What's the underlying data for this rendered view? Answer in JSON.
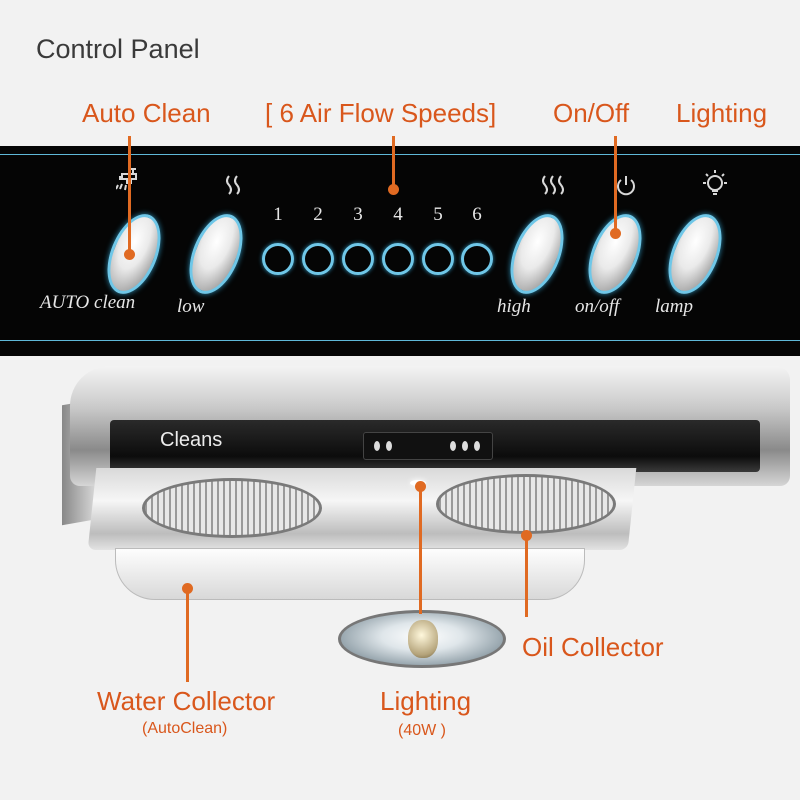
{
  "header": {
    "title": "Control Panel"
  },
  "callouts": {
    "auto_clean": "Auto Clean",
    "air_flow": "[ 6 Air Flow Speeds]",
    "on_off": "On/Off",
    "lighting_top": "Lighting",
    "oil_collector": "Oil Collector",
    "water_collector": "Water Collector",
    "water_collector_sub": "(AutoClean)",
    "lighting_bottom": "Lighting",
    "lighting_bottom_sub": "(40W )"
  },
  "panel": {
    "speeds": [
      "1",
      "2",
      "3",
      "4",
      "5",
      "6"
    ],
    "labels": {
      "auto_clean": "AUTO clean",
      "low": "low",
      "high": "high",
      "on_off": "on/off",
      "lamp": "lamp"
    },
    "icons": {
      "auto_clean": "faucet-icon",
      "low": "low-airflow-icon",
      "high": "high-airflow-icon",
      "power": "power-icon",
      "lamp": "lightbulb-icon"
    }
  },
  "product": {
    "brand": "Cleans"
  },
  "colors": {
    "accent": "#d9571c",
    "panel_bg": "#050505",
    "panel_glow": "#6fc7e8",
    "background": "#f2f2f2"
  }
}
